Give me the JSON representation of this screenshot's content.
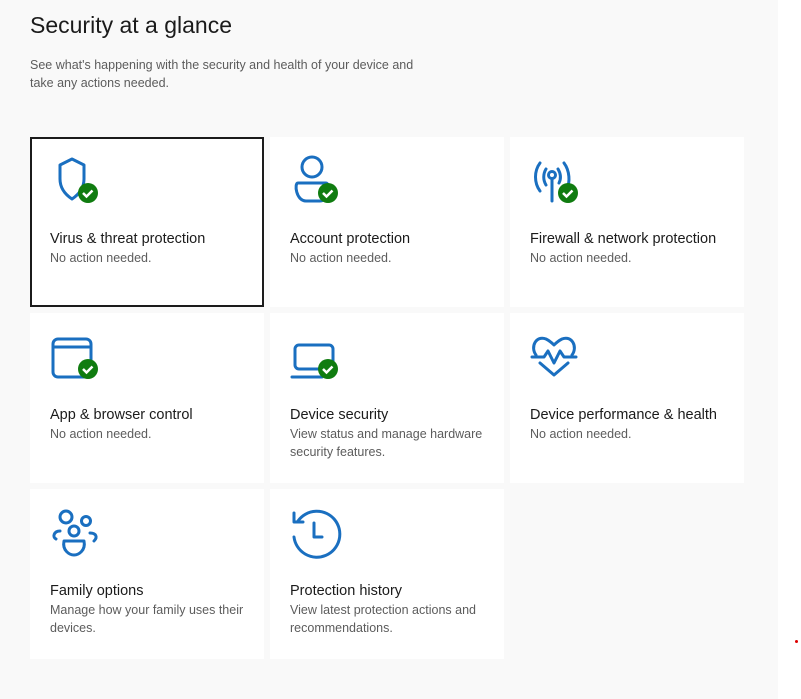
{
  "header": {
    "title": "Security at a glance",
    "subtitle": "See what's happening with the security and health of your device and take any actions needed."
  },
  "colors": {
    "accent": "#1a6fc0",
    "ok": "#107c10"
  },
  "cards": [
    {
      "title": "Virus & threat protection",
      "desc": "No action needed.",
      "icon": "shield-icon"
    },
    {
      "title": "Account protection",
      "desc": "No action needed.",
      "icon": "person-icon"
    },
    {
      "title": "Firewall & network protection",
      "desc": "No action needed.",
      "icon": "antenna-icon"
    },
    {
      "title": "App & browser control",
      "desc": "No action needed.",
      "icon": "browser-window-icon"
    },
    {
      "title": "Device security",
      "desc": "View status and manage hardware security features.",
      "icon": "laptop-icon"
    },
    {
      "title": "Device performance & health",
      "desc": "No action needed.",
      "icon": "heart-pulse-icon"
    },
    {
      "title": "Family options",
      "desc": "Manage how your family uses their devices.",
      "icon": "family-icon"
    },
    {
      "title": "Protection history",
      "desc": "View latest protection actions and recommendations.",
      "icon": "history-icon"
    }
  ]
}
